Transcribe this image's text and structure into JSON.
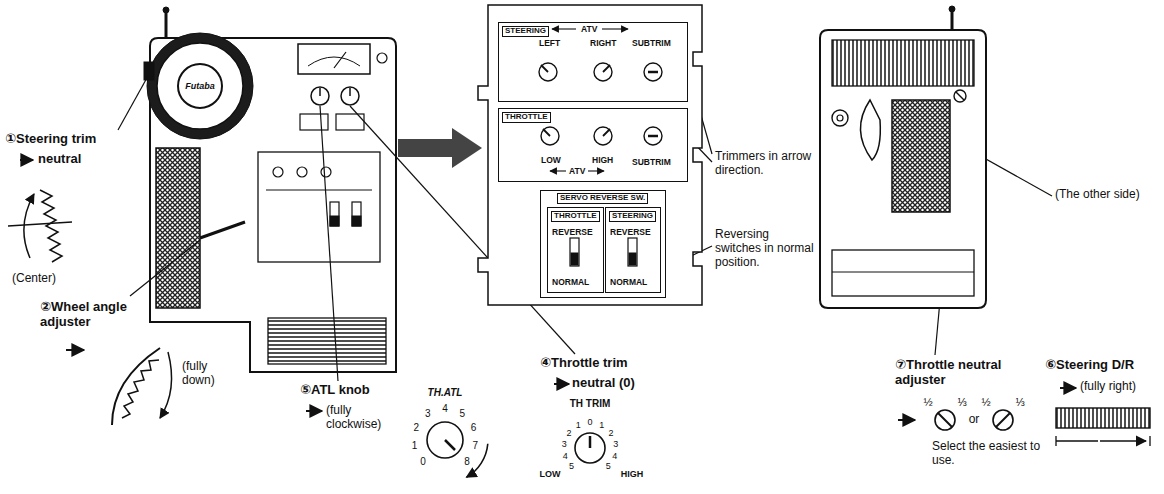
{
  "diagram": {
    "nodes": [
      {
        "text": [
          "STEERING",
          "ATV",
          "LEFT",
          "RIGHT",
          "SUBTRIM"
        ]
      },
      {
        "text": [
          "THROTTLE",
          "LOW",
          "HIGH",
          "ATV",
          "SUBTRIM"
        ]
      },
      {
        "text": [
          "SERVO REVERSE SW."
        ]
      },
      {
        "text": [
          "THROTTLE",
          "REVERSE",
          "NORMAL"
        ],
        "in": 2
      },
      {
        "text": [
          "STEERING",
          "REVERSE",
          "NORMAL"
        ],
        "in": 2
      }
    ],
    "labels": [
      "Futaba",
      "①Steering trim",
      "neutral",
      "(Center)",
      "②Wheel angle adjuster",
      "(fully down)",
      "⑤ATL knob",
      "(fully clockwise)",
      "TH.ATL",
      "0",
      "1",
      "2",
      "3",
      "4",
      "5",
      "6",
      "7",
      "8",
      "④Throttle trim",
      "neutral (0)",
      "TH TRIM",
      "5",
      "4",
      "3",
      "2",
      "1",
      "0",
      "1",
      "2",
      "3",
      "4",
      "5",
      "LOW",
      "HIGH",
      "Trimmers in arrow direction.",
      "Reversing switches in normal position.",
      "(The other side)",
      "⑦Throttle neutral adjuster",
      "½",
      "⅓",
      "or",
      "½",
      "⅓",
      "Select the easiest to use.",
      "⑥Steering D/R",
      "(fully right)"
    ]
  }
}
